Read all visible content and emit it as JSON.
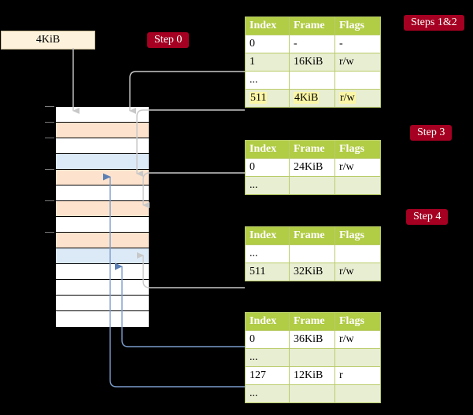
{
  "diagram": {
    "title_labels": {
      "step0": "Step 0",
      "steps12": "Steps 1&2",
      "step3": "Step 3",
      "step4": "Step 4"
    },
    "source_box": {
      "label": "4KiB"
    }
  },
  "tables": [
    {
      "name": "page-table-level-0",
      "headers": [
        "Index",
        "Frame",
        "Flags"
      ],
      "rows": [
        {
          "cells": [
            "0",
            "-",
            "-"
          ],
          "style": "plain"
        },
        {
          "cells": [
            "1",
            "16KiB",
            "r/w"
          ],
          "style": "alt"
        },
        {
          "cells": [
            "...",
            "",
            ""
          ],
          "style": "plain"
        },
        {
          "cells": [
            "511",
            "4KiB",
            "r/w"
          ],
          "style": "highlight"
        }
      ]
    },
    {
      "name": "page-table-level-1",
      "headers": [
        "Index",
        "Frame",
        "Flags"
      ],
      "rows": [
        {
          "cells": [
            "0",
            "24KiB",
            "r/w"
          ],
          "style": "plain"
        },
        {
          "cells": [
            "...",
            "",
            ""
          ],
          "style": "alt"
        }
      ]
    },
    {
      "name": "page-table-level-2",
      "headers": [
        "Index",
        "Frame",
        "Flags"
      ],
      "rows": [
        {
          "cells": [
            "...",
            "",
            ""
          ],
          "style": "plain"
        },
        {
          "cells": [
            "511",
            "32KiB",
            "r/w"
          ],
          "style": "alt"
        }
      ]
    },
    {
      "name": "page-table-level-3",
      "headers": [
        "Index",
        "Frame",
        "Flags"
      ],
      "rows": [
        {
          "cells": [
            "0",
            "36KiB",
            "r/w"
          ],
          "style": "plain"
        },
        {
          "cells": [
            "...",
            "",
            ""
          ],
          "style": "alt"
        },
        {
          "cells": [
            "127",
            "12KiB",
            "r"
          ],
          "style": "plain"
        },
        {
          "cells": [
            "...",
            "",
            ""
          ],
          "style": "alt"
        }
      ]
    }
  ],
  "memory": {
    "name": "physical-memory-column",
    "frame_count": 14,
    "frames": [
      {
        "fill": "white"
      },
      {
        "fill": "orange"
      },
      {
        "fill": "white"
      },
      {
        "fill": "blue"
      },
      {
        "fill": "orange"
      },
      {
        "fill": "white"
      },
      {
        "fill": "orange"
      },
      {
        "fill": "white"
      },
      {
        "fill": "orange"
      },
      {
        "fill": "blue"
      },
      {
        "fill": "white"
      },
      {
        "fill": "white"
      },
      {
        "fill": "white"
      },
      {
        "fill": "white"
      }
    ],
    "tick_rows": [
      0,
      1,
      2,
      4,
      6,
      8
    ]
  },
  "colors": {
    "pill_red": "#a50021",
    "table_header_green": "#b1cc45",
    "table_alt_green": "#e8eed2",
    "highlight_yellow": "#fbf6a6",
    "frame_orange": "#fde3cd",
    "frame_blue": "#dce9f7",
    "source_box_cream": "#fdf3dc",
    "wire_grey": "#c8c8c8",
    "wire_blue": "#7a9ccc",
    "background": "#000000"
  }
}
